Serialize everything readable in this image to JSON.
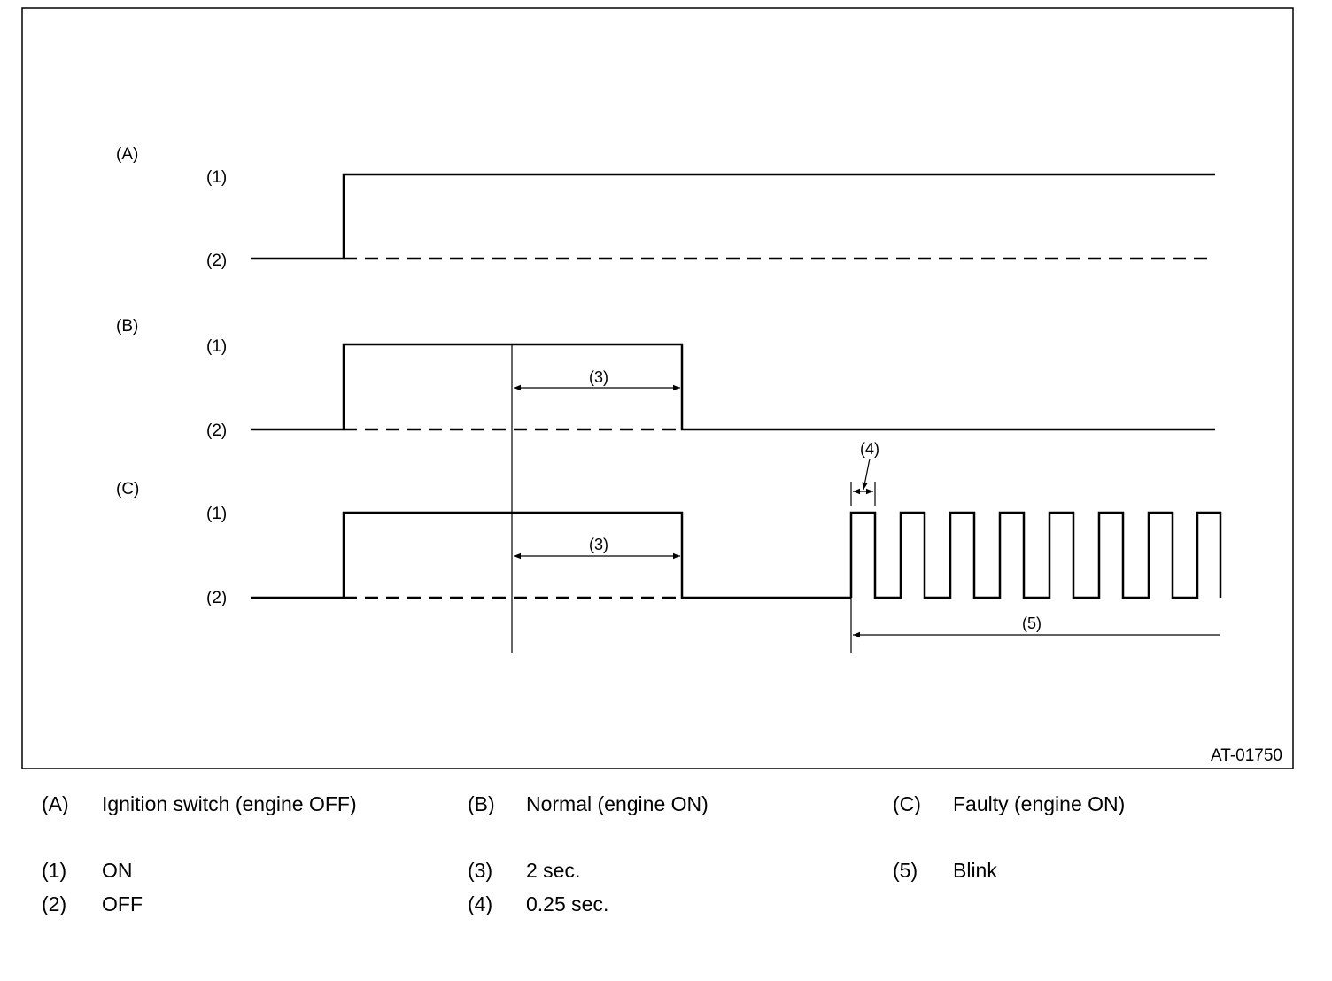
{
  "diagram": {
    "figure_code": "AT-01750",
    "rows": [
      {
        "key": "(A)",
        "high_label": "(1)",
        "low_label": "(2)"
      },
      {
        "key": "(B)",
        "high_label": "(1)",
        "low_label": "(2)"
      },
      {
        "key": "(C)",
        "high_label": "(1)",
        "low_label": "(2)"
      }
    ],
    "annotations": {
      "duration_b": "(3)",
      "duration_c": "(3)",
      "pulse_width": "(4)",
      "blink_range": "(5)"
    }
  },
  "legend": [
    {
      "key": "(A)",
      "text": "Ignition switch (engine OFF)"
    },
    {
      "key": "(B)",
      "text": "Normal (engine ON)"
    },
    {
      "key": "(C)",
      "text": "Faulty (engine ON)"
    },
    {
      "key": "(1)",
      "text": "ON"
    },
    {
      "key": "(2)",
      "text": "OFF"
    },
    {
      "key": "(3)",
      "text": "2 sec."
    },
    {
      "key": "(4)",
      "text": "0.25 sec."
    },
    {
      "key": "(5)",
      "text": "Blink"
    }
  ]
}
